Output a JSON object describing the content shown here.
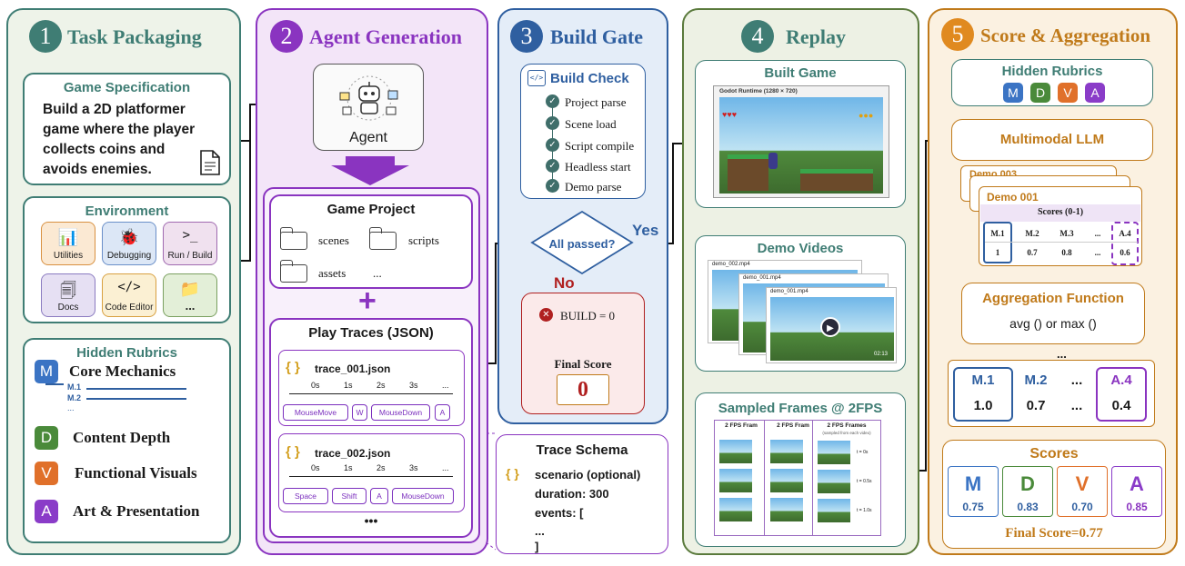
{
  "panels": {
    "p1": {
      "num": "1",
      "title": "Task Packaging"
    },
    "p2": {
      "num": "2",
      "title": "Agent Generation"
    },
    "p3": {
      "num": "3",
      "title": "Build Gate"
    },
    "p4": {
      "num": "4",
      "title": "Replay"
    },
    "p5": {
      "num": "5",
      "title": "Score & Aggregation"
    }
  },
  "task": {
    "spec_title": "Game Specification",
    "spec_lines": [
      "Build a 2D platformer",
      "game where the player",
      "collects coins and",
      "avoids enemies."
    ],
    "env_title": "Environment",
    "tools": [
      "Utilities",
      "Debugging",
      "Run / Build",
      "Docs",
      "Code Editor",
      "..."
    ],
    "rubrics_title": "Hidden Rubrics",
    "rubrics": [
      {
        "letter": "M",
        "name": "Core Mechanics"
      },
      {
        "letter": "D",
        "name": "Content Depth"
      },
      {
        "letter": "V",
        "name": "Functional Visuals"
      },
      {
        "letter": "A",
        "name": "Art & Presentation"
      }
    ],
    "sub_items": [
      "M.1",
      "M.2",
      "..."
    ]
  },
  "agent": {
    "label": "Agent",
    "project_title": "Game Project",
    "folders": [
      "scenes",
      "scripts",
      "assets",
      "..."
    ],
    "plus": "+",
    "traces_title": "Play Traces (JSON)",
    "trace1": {
      "name": "trace_001.json",
      "events": [
        "MouseMove",
        "W",
        "MouseDown",
        "A"
      ]
    },
    "trace2": {
      "name": "trace_002.json",
      "events": [
        "Space",
        "Shift",
        "A",
        "MouseDown"
      ]
    },
    "ticks": [
      "0s",
      "1s",
      "2s",
      "3s",
      "..."
    ],
    "more": "•••",
    "brace": "{ }",
    "schema_title": "Trace Schema",
    "schema_lines": [
      "scenario (optional)",
      "duration: 300",
      "events: [",
      "...",
      "]"
    ]
  },
  "gate": {
    "check_title": "Build Check",
    "checks": [
      "Project parse",
      "Scene load",
      "Script compile",
      "Headless start",
      "Demo parse"
    ],
    "decision": "All passed?",
    "yes": "Yes",
    "no": "No",
    "fail_text": "BUILD = 0",
    "final_label": "Final Score",
    "final_value": "0"
  },
  "replay": {
    "built_title": "Built Game",
    "runtime_label": "Godot Runtime (1280 × 720)",
    "demos_title": "Demo Videos",
    "demo_files": [
      "demo_002.mp4",
      "demo_001.mp4",
      "demo_001.mp4"
    ],
    "video_time": "02:13",
    "frames_title": "Sampled Frames @ 2FPS",
    "frame_cards": [
      "2 FPS Fram",
      "2 FPS Fram",
      "2 FPS Frames"
    ],
    "frame_sub": "(sampled from each video)",
    "frame_times": [
      "t = 0s",
      "t = 0.5s",
      "t = 1.0s"
    ]
  },
  "score": {
    "rubrics_title": "Hidden Rubrics",
    "letters": [
      "M",
      "D",
      "V",
      "A"
    ],
    "llm": "Multimodal LLM",
    "demo_title": "Demo 001",
    "demo_back": "Demo 003",
    "table_title": "Scores (0-1)",
    "table_headers": [
      "M.1",
      "M.2",
      "M.3",
      "...",
      "A.4"
    ],
    "table_values": [
      "1",
      "0.7",
      "0.8",
      "...",
      "0.6"
    ],
    "agg_title": "Aggregation Function",
    "agg_formula": "avg () or max ()",
    "agg_dots": "...",
    "agg_headers": [
      "M.1",
      "M.2",
      "...",
      "A.4"
    ],
    "agg_values": [
      "1.0",
      "0.7",
      "...",
      "0.4"
    ],
    "scores_title": "Scores",
    "final_scores": [
      {
        "letter": "M",
        "value": "0.75"
      },
      {
        "letter": "D",
        "value": "0.83"
      },
      {
        "letter": "V",
        "value": "0.70"
      },
      {
        "letter": "A",
        "value": "0.85"
      }
    ],
    "final": "Final Score=0.77"
  },
  "colors": {
    "teal": "#3f7d74",
    "purple": "#8a34c0",
    "blue": "#2f5fa0",
    "green": "#5a7a3c",
    "orange": "#c07a1a",
    "red": "#b02020",
    "m": "#3b74c4",
    "d": "#4a8a3a",
    "v": "#e0702a",
    "a": "#8a3cc8"
  }
}
